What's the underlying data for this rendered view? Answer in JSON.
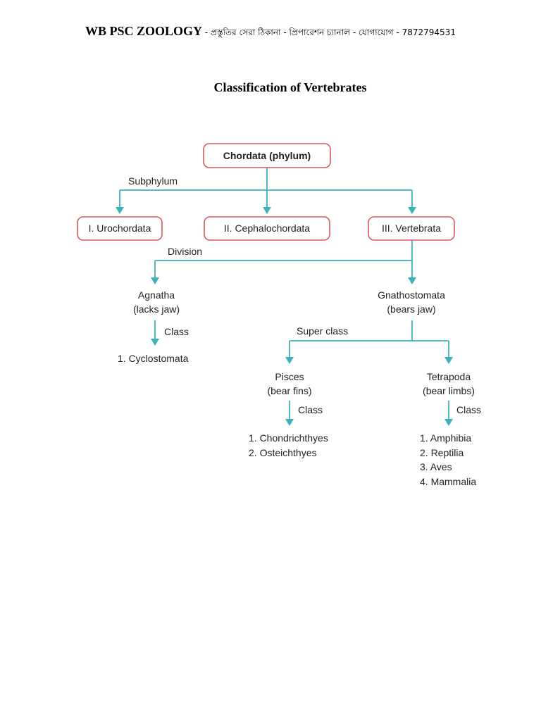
{
  "header": {
    "brand": "WB PSC ZOOLOGY",
    "tagline": " - প্রস্তুতির সেরা ঠিকানা - প্রিপারেশন চ্যানাল - যোগাযোগ - 7872794531"
  },
  "title": "Classification of Vertebrates",
  "diagram": {
    "root": "Chordata (phylum)",
    "subphylum_label": "Subphylum",
    "subphyla": [
      "I. Urochordata",
      "II. Cephalochordata",
      "III. Vertebrata"
    ],
    "division_label": "Division",
    "agnatha": {
      "name": "Agnatha",
      "desc": "(lacks jaw)",
      "class_label": "Class",
      "classes": [
        "1. Cyclostomata"
      ]
    },
    "gnathostomata": {
      "name": "Gnathostomata",
      "desc": "(bears jaw)"
    },
    "superclass_label": "Super class",
    "pisces": {
      "name": "Pisces",
      "desc": "(bear fins)",
      "class_label": "Class",
      "classes": [
        "1. Chondrichthyes",
        "2. Osteichthyes"
      ]
    },
    "tetrapoda": {
      "name": "Tetrapoda",
      "desc": "(bear limbs)",
      "class_label": "Class",
      "classes": [
        "1. Amphibia",
        "2. Reptilia",
        "3. Aves",
        "4. Mammalia"
      ]
    }
  },
  "colors": {
    "box_border": "#d9595b",
    "connector": "#3bb3bd",
    "text": "#222222"
  }
}
